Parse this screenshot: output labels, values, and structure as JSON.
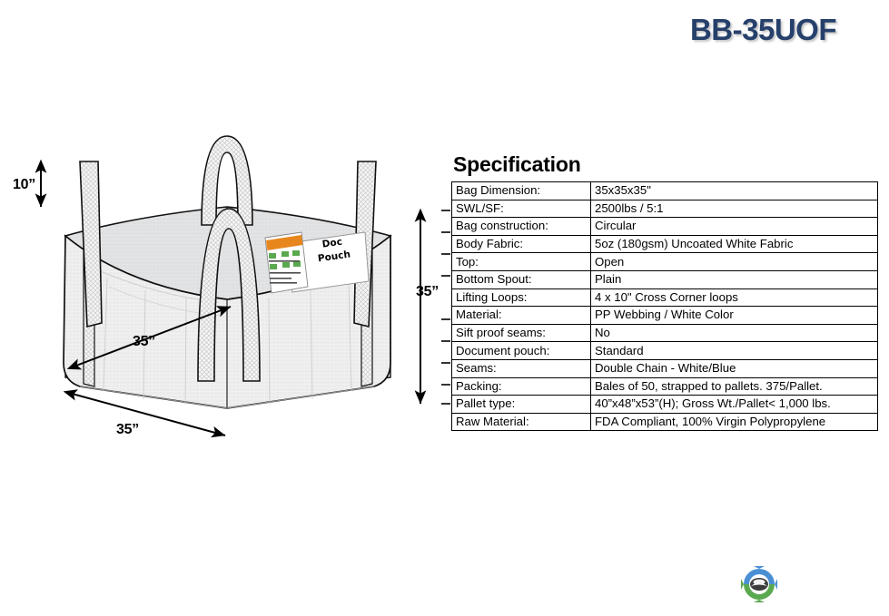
{
  "title": "BB-35UOF",
  "spec": {
    "heading": "Specification",
    "rows": [
      {
        "key": "Bag Dimension:",
        "value": "35x35x35\""
      },
      {
        "key": "SWL/SF:",
        "value": "2500lbs / 5:1"
      },
      {
        "key": "Bag construction:",
        "value": "Circular"
      },
      {
        "key": "Body Fabric:",
        "value": "5oz (180gsm) Uncoated White Fabric"
      },
      {
        "key": "Top:",
        "value": "Open"
      },
      {
        "key": "Bottom Spout:",
        "value": "Plain"
      },
      {
        "key": "Lifting Loops:",
        "value": "4 x 10\" Cross Corner loops"
      },
      {
        "key": "Material:",
        "value": "PP Webbing / White Color"
      },
      {
        "key": "Sift proof seams:",
        "value": "No"
      },
      {
        "key": "Document pouch:",
        "value": "Standard"
      },
      {
        "key": "Seams:",
        "value": "Double Chain - White/Blue"
      },
      {
        "key": "Packing:",
        "value": "Bales of 50, strapped to pallets. 375/Pallet."
      },
      {
        "key": "Pallet type:",
        "value": "40”x48”x53”(H); Gross Wt./Pallet< 1,000 lbs."
      },
      {
        "key": "Raw Material:",
        "value": "FDA Compliant, 100% Virgin Polypropylene"
      }
    ]
  },
  "illustration": {
    "doc_pouch_line1": "Doc",
    "doc_pouch_line2": "Pouch",
    "dimensions": {
      "loop_height": "10”",
      "bag_width": "35”",
      "bag_depth": "35”",
      "bag_height": "35”"
    }
  },
  "colors": {
    "title": "#26406b",
    "logo_blue": "#4a8fd4",
    "logo_green": "#5aa84f",
    "logo_center": "#3c3c3c",
    "pouch_orange": "#e8861e",
    "fabric": "#f2f2f2",
    "outline": "#000000"
  }
}
